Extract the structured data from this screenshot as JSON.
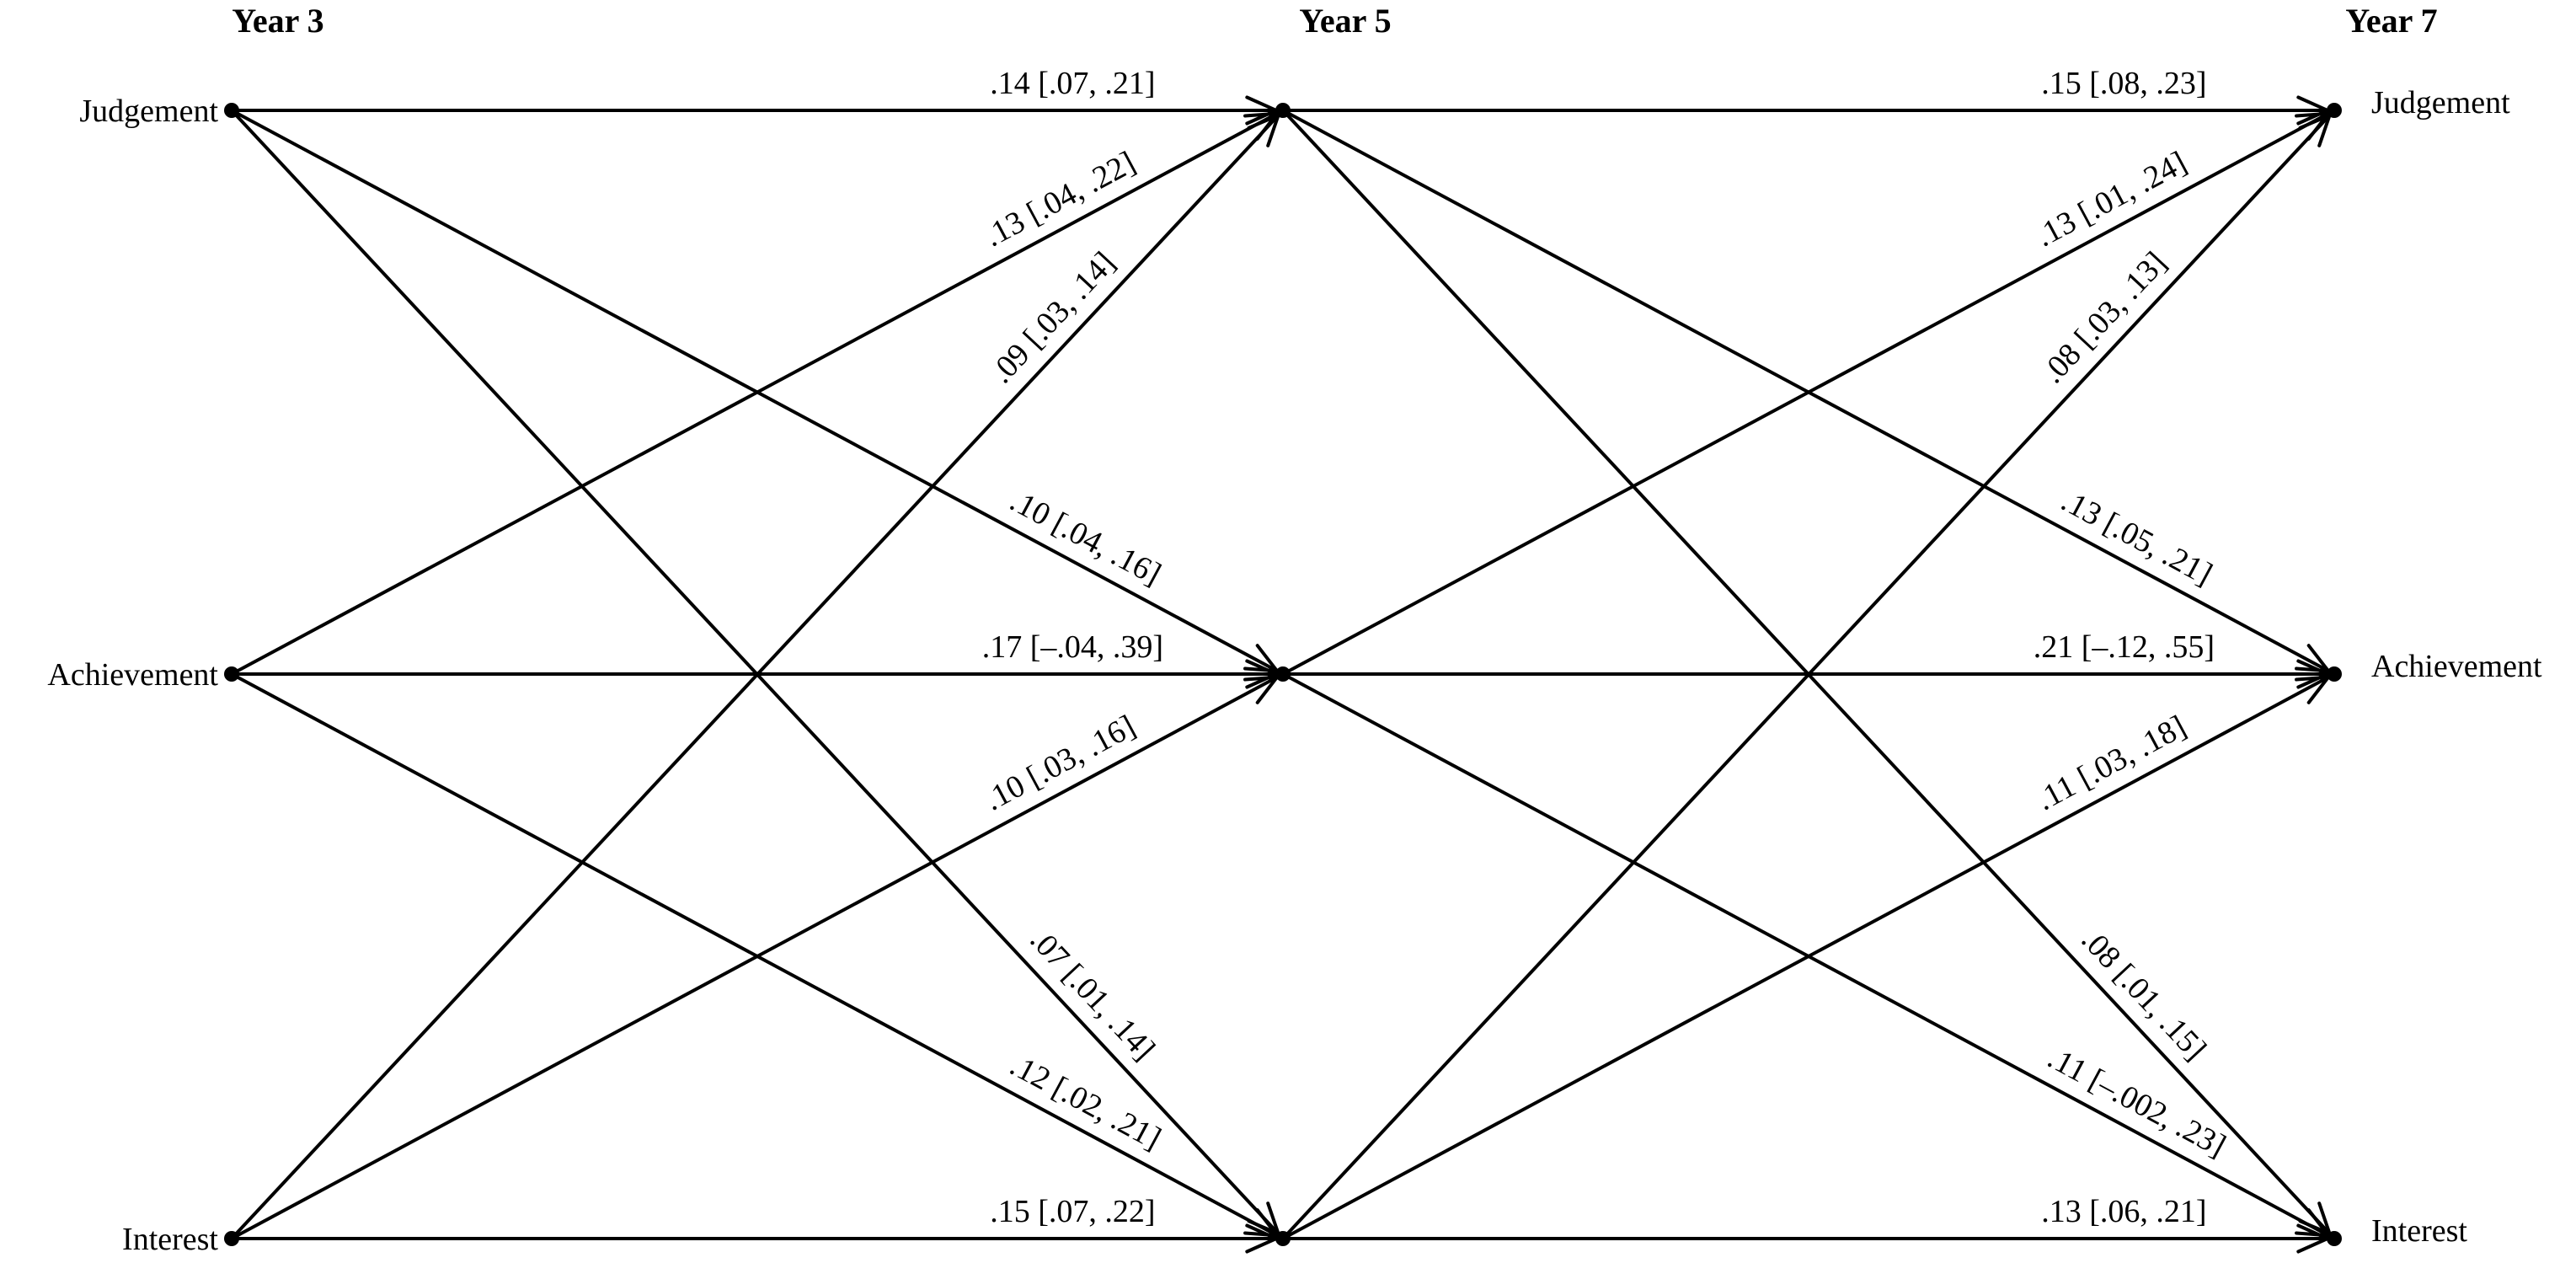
{
  "waves": [
    {
      "label": "Year 3"
    },
    {
      "label": "Year 5"
    },
    {
      "label": "Year 7"
    }
  ],
  "variables": [
    "Judgement",
    "Achievement",
    "Interest"
  ],
  "paths": [
    {
      "from": [
        0,
        0
      ],
      "to": [
        1,
        0
      ],
      "label": ".14 [.07, .21]"
    },
    {
      "from": [
        0,
        1
      ],
      "to": [
        1,
        0
      ],
      "label": ".13 [.04, .22]"
    },
    {
      "from": [
        0,
        0
      ],
      "to": [
        1,
        1
      ],
      "label": ".10 [.04, .16]"
    },
    {
      "from": [
        0,
        1
      ],
      "to": [
        1,
        1
      ],
      "label": ".17 [–.04, .39]"
    },
    {
      "from": [
        0,
        0
      ],
      "to": [
        1,
        2
      ],
      "label": ".07 [.01, .14]"
    },
    {
      "from": [
        0,
        1
      ],
      "to": [
        1,
        2
      ],
      "label": ".12 [.02, .21]"
    },
    {
      "from": [
        0,
        2
      ],
      "to": [
        1,
        0
      ],
      "label": ".09 [.03, .14]"
    },
    {
      "from": [
        0,
        2
      ],
      "to": [
        1,
        1
      ],
      "label": ".10 [.03, .16]"
    },
    {
      "from": [
        0,
        2
      ],
      "to": [
        1,
        2
      ],
      "label": ".15 [.07, .22]"
    },
    {
      "from": [
        1,
        0
      ],
      "to": [
        2,
        0
      ],
      "label": ".15 [.08, .23]"
    },
    {
      "from": [
        1,
        1
      ],
      "to": [
        2,
        0
      ],
      "label": ".13 [.01, .24]"
    },
    {
      "from": [
        1,
        0
      ],
      "to": [
        2,
        1
      ],
      "label": ".13 [.05, .21]"
    },
    {
      "from": [
        1,
        1
      ],
      "to": [
        2,
        1
      ],
      "label": ".21 [–.12, .55]"
    },
    {
      "from": [
        1,
        0
      ],
      "to": [
        2,
        2
      ],
      "label": ".08 [.01, .15]"
    },
    {
      "from": [
        1,
        1
      ],
      "to": [
        2,
        2
      ],
      "label": ".11 [–.002, .23]"
    },
    {
      "from": [
        1,
        2
      ],
      "to": [
        2,
        0
      ],
      "label": ".08 [.03, .13]"
    },
    {
      "from": [
        1,
        2
      ],
      "to": [
        2,
        1
      ],
      "label": ".11 [.03, .18]"
    },
    {
      "from": [
        1,
        2
      ],
      "to": [
        2,
        2
      ],
      "label": ".13 [.06, .21]"
    }
  ]
}
